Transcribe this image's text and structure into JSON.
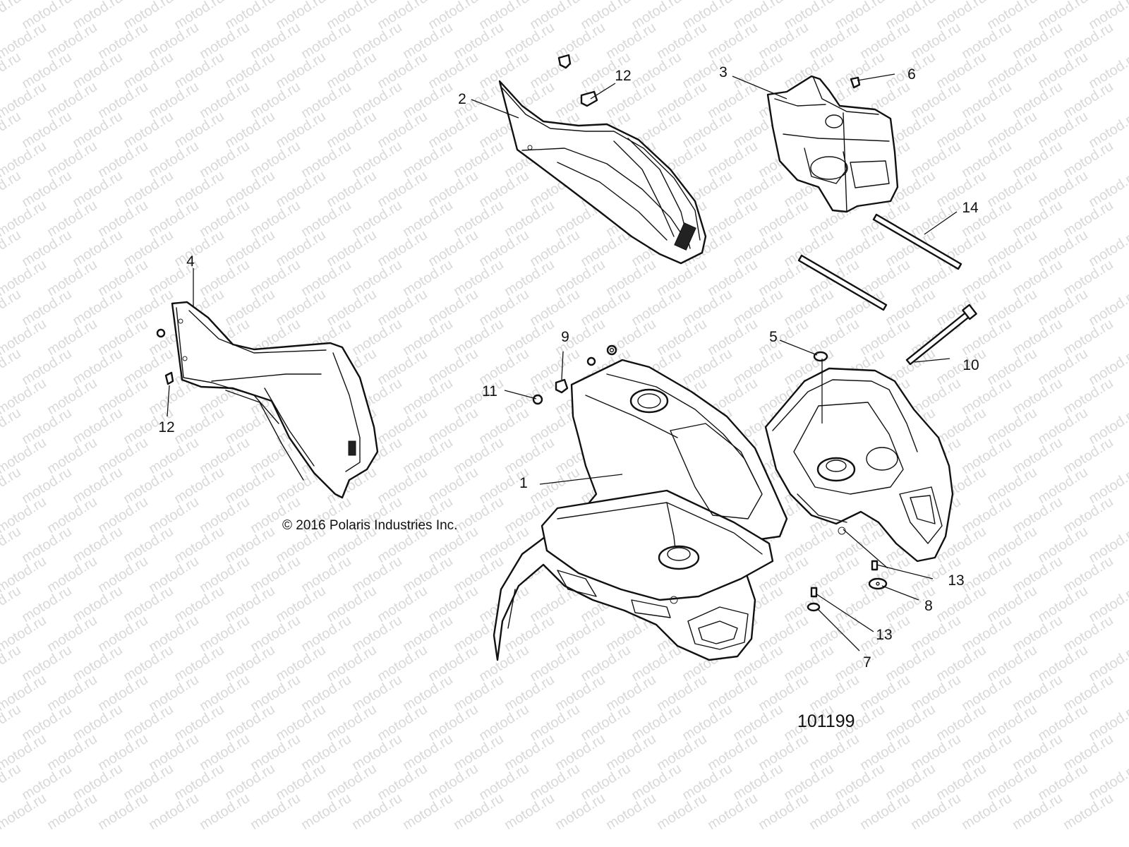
{
  "watermark": "motod.ru",
  "copyright": "© 2016 Polaris Industries Inc.",
  "diagram_id": "101199",
  "callouts": [
    {
      "id": "c1",
      "label": "1"
    },
    {
      "id": "c2",
      "label": "2"
    },
    {
      "id": "c3",
      "label": "3"
    },
    {
      "id": "c4",
      "label": "4"
    },
    {
      "id": "c5",
      "label": "5"
    },
    {
      "id": "c6",
      "label": "6"
    },
    {
      "id": "c7",
      "label": "7"
    },
    {
      "id": "c8",
      "label": "8"
    },
    {
      "id": "c9",
      "label": "9"
    },
    {
      "id": "c10",
      "label": "10"
    },
    {
      "id": "c11",
      "label": "11"
    },
    {
      "id": "c12a",
      "label": "12"
    },
    {
      "id": "c12b",
      "label": "12"
    },
    {
      "id": "c13a",
      "label": "13"
    },
    {
      "id": "c13b",
      "label": "13"
    },
    {
      "id": "c14",
      "label": "14"
    }
  ]
}
